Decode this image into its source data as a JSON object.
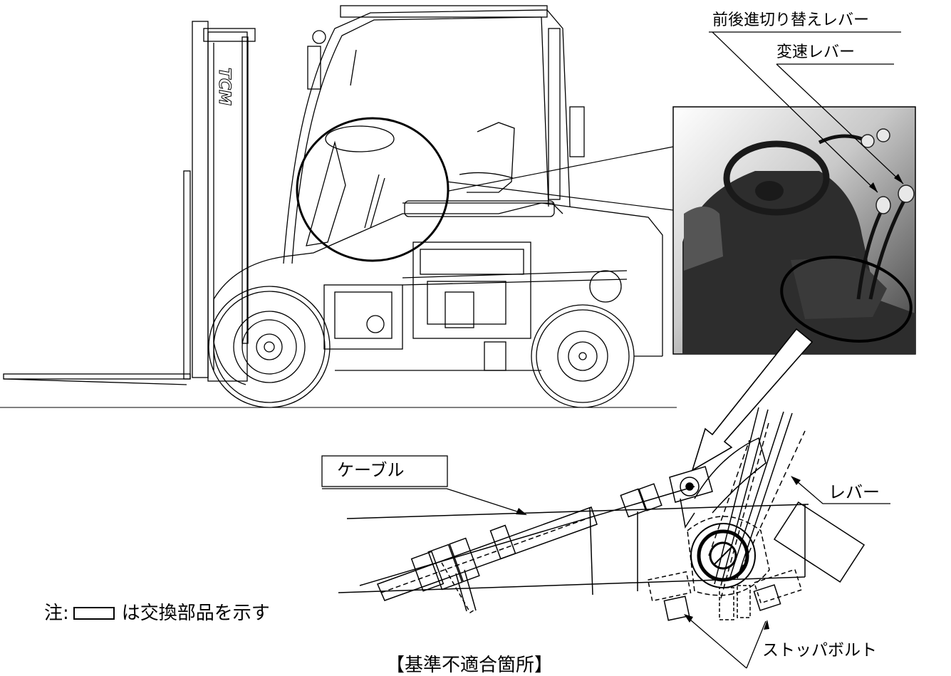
{
  "truck": {
    "mast_logo": "TCM"
  },
  "labels": {
    "forward_reverse_lever": "前後進切り替えレバー",
    "speed_lever": "変速レバー",
    "cable": "ケーブル",
    "lever": "レバー",
    "stopper_bolt": "ストッパボルト"
  },
  "note": {
    "prefix": "注:",
    "text": "は交換部品を示す"
  },
  "footer": {
    "caption": "【基準不適合箇所】"
  }
}
